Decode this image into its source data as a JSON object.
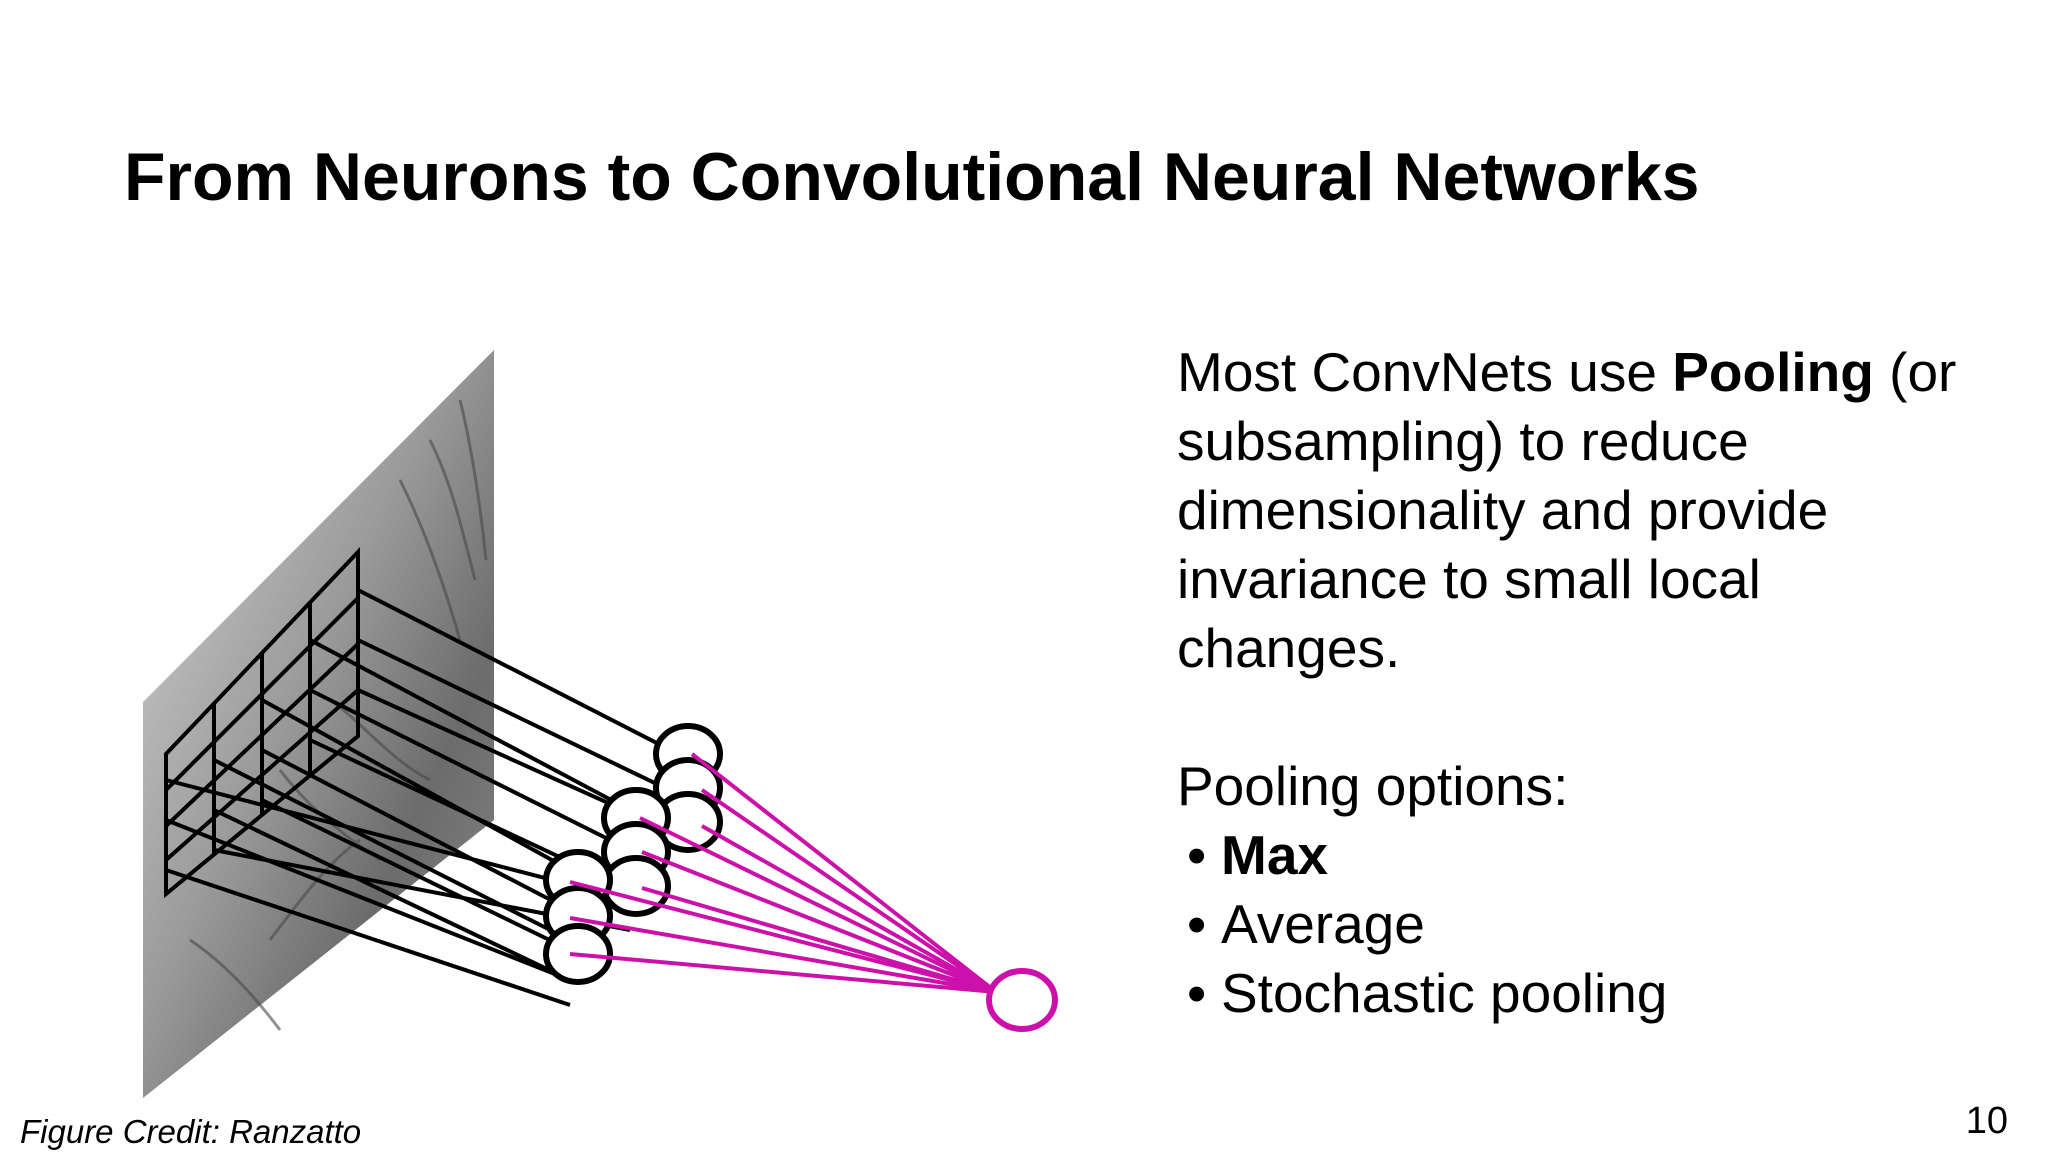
{
  "slide": {
    "title": "From Neurons to Convolutional Neural Networks",
    "body": {
      "para1_prefix": "Most  ConvNets use ",
      "para1_bold": "Pooling",
      "para1_suffix": " (or subsampling) to reduce dimensionality and provide invariance to small local changes.",
      "options_heading": "Pooling options:",
      "bullet_char": "•",
      "options": [
        "Max",
        "Average",
        "Stochastic pooling"
      ]
    },
    "credit": "Figure Credit: Ranzatto",
    "page_number": "10"
  },
  "colors": {
    "text": "#000000",
    "pooling_lines": "#cc11aa",
    "background": "#ffffff"
  },
  "icons": [
    "convnet-pooling-figure"
  ]
}
